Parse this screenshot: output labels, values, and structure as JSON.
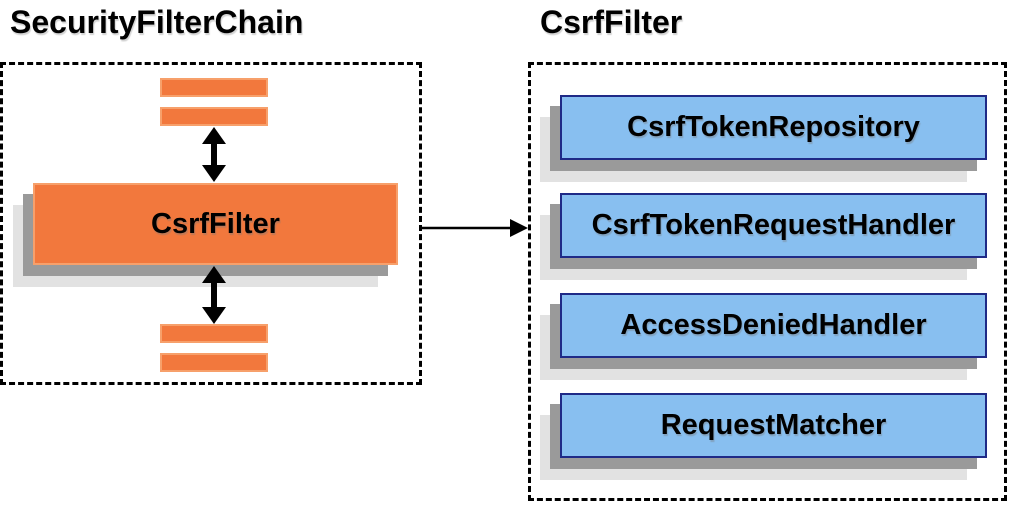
{
  "diagram": {
    "left_panel": {
      "title": "SecurityFilterChain",
      "filter_box_label": "CsrfFilter"
    },
    "right_panel": {
      "title": "CsrfFilter",
      "components": [
        {
          "label": "CsrfTokenRepository"
        },
        {
          "label": "CsrfTokenRequestHandler"
        },
        {
          "label": "AccessDeniedHandler"
        },
        {
          "label": "RequestMatcher"
        }
      ]
    },
    "colors": {
      "orange_fill": "#F2783D",
      "orange_border": "#F7A06B",
      "blue_fill": "#88BFF0",
      "blue_border": "#1F2A87",
      "shadow_dark": "#9A9A9A",
      "shadow_light": "#E2E2E2",
      "arrow_black": "#000000"
    }
  }
}
